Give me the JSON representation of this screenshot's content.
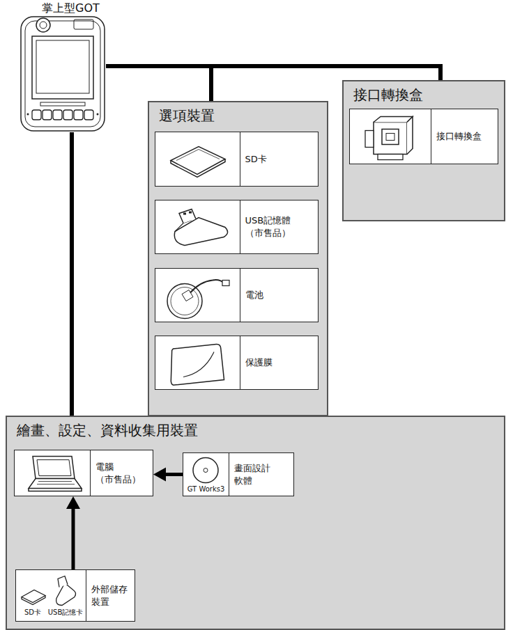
{
  "diagram": {
    "nodes": [
      {
        "text": [
          "掌上型GOT"
        ]
      },
      {
        "text": [
          "選項裝置"
        ]
      },
      {
        "text": [
          "SD卡"
        ],
        "in": 1
      },
      {
        "text": [
          "USB記憶體 （市售品）"
        ],
        "in": 1
      },
      {
        "text": [
          "電池"
        ],
        "in": 1
      },
      {
        "text": [
          "保護膜"
        ],
        "in": 1
      },
      {
        "text": [
          "接口轉換盒"
        ]
      },
      {
        "text": [
          "接口轉換盒"
        ],
        "in": 6
      },
      {
        "text": [
          "繪畫、設定、資料收集用裝置"
        ]
      },
      {
        "text": [
          "電腦 （市售品）"
        ],
        "in": 8
      },
      {
        "text": [
          "GT Works3",
          "畫面設計 軟體"
        ],
        "in": 8
      },
      {
        "text": [
          "SD卡",
          "USB記憶卡",
          "外部儲存 裝置"
        ],
        "in": 8
      }
    ],
    "edges": [
      {
        "from": 0,
        "to": 1,
        "arrow": "none"
      },
      {
        "from": 0,
        "to": 6,
        "arrow": "none"
      },
      {
        "from": 0,
        "to": 8,
        "arrow": "none"
      },
      {
        "from": 10,
        "to": 9,
        "arrow": "to"
      },
      {
        "from": 11,
        "to": 9,
        "arrow": "to"
      }
    ]
  }
}
